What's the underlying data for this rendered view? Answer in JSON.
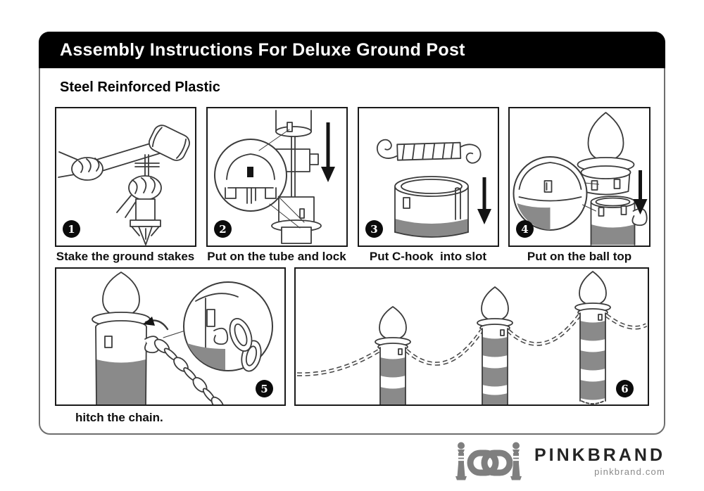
{
  "page": {
    "title": "Assembly Instructions For Deluxe Ground Post",
    "subtitle": "Steel Reinforced Plastic"
  },
  "steps": [
    {
      "number": "1",
      "caption": "Stake the ground stakes"
    },
    {
      "number": "2",
      "caption": "Put on the tube and lock"
    },
    {
      "number": "3",
      "caption": "Put C-hook  into slot"
    },
    {
      "number": "4",
      "caption": "Put on the ball top"
    },
    {
      "number": "5",
      "caption": "hitch the chain."
    },
    {
      "number": "6",
      "caption": ""
    }
  ],
  "footer": {
    "brand": "PINKBRAND",
    "website": "pinkbrand.com"
  },
  "icons": {
    "step_badge": "numbered-black-circle",
    "down_arrow": "solid-down-arrow",
    "curved_arrow": "hitch-direction-arrow",
    "magnifier": "detail-zoom-circle",
    "logo": "two-bollards-with-interlocked-chain-links"
  },
  "colors": {
    "header_bg": "#000000",
    "header_text": "#ffffff",
    "sheet_border": "#6e6e6e",
    "panel_border": "#1a1a1a",
    "line_art": "#3b3b3b",
    "post_gray": "#8a8a8a",
    "logo_gray": "#7f7f7f",
    "text": "#101010"
  }
}
